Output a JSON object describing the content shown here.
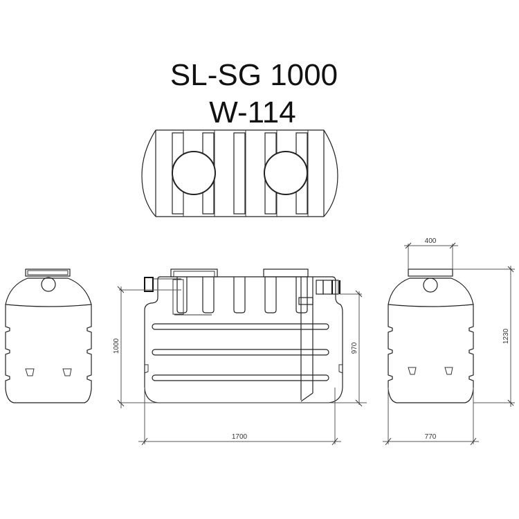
{
  "title": {
    "model": "SL-SG 1000",
    "code": "W-114"
  },
  "views": {
    "top": {
      "label": "top-view",
      "manholes": 2
    },
    "side_left": {
      "label": "left-side-view"
    },
    "front": {
      "label": "front-view"
    },
    "side_right": {
      "label": "right-side-view"
    }
  },
  "dimensions": {
    "front_height": "1000",
    "front_inlet_height": "970",
    "front_length": "1700",
    "side_neck_width": "400",
    "side_total_height": "1230",
    "side_width": "770"
  },
  "colors": {
    "line": "#222222",
    "background": "#ffffff",
    "dimension_text": "#333333"
  }
}
